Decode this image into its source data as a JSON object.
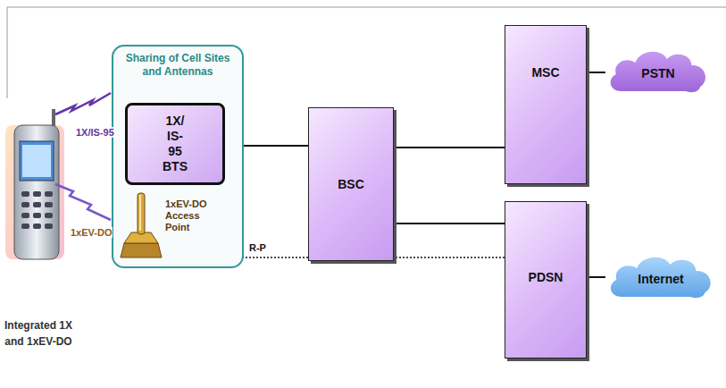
{
  "diagram": {
    "nodes": [
      {
        "text": [
          "Integrated 1X and 1xEV-DO"
        ]
      },
      {
        "text": [
          "Sharing of Cell Sites and Antennas"
        ]
      },
      {
        "text": [
          "1X/ IS-95 BTS"
        ],
        "in": 1
      },
      {
        "text": [
          "1xEV-DO Access Point"
        ],
        "in": 1
      },
      {
        "text": [
          "BSC"
        ]
      },
      {
        "text": [
          "MSC"
        ]
      },
      {
        "text": [
          "PDSN"
        ]
      },
      {
        "text": [
          "PSTN"
        ]
      },
      {
        "text": [
          "Internet"
        ]
      }
    ],
    "edges": [
      {
        "from": 2,
        "to": 4,
        "arrow": "none"
      },
      {
        "from": 4,
        "to": 5,
        "arrow": "none"
      },
      {
        "from": 4,
        "to": 6,
        "arrow": "none"
      },
      {
        "from": 5,
        "to": 7,
        "arrow": "none"
      },
      {
        "from": 6,
        "to": 8,
        "arrow": "none"
      },
      {
        "from": 3,
        "to": 6,
        "label": "R-P",
        "arrow": "none"
      }
    ],
    "labels": [
      "1X/IS-95",
      "1xEV-DO"
    ]
  }
}
